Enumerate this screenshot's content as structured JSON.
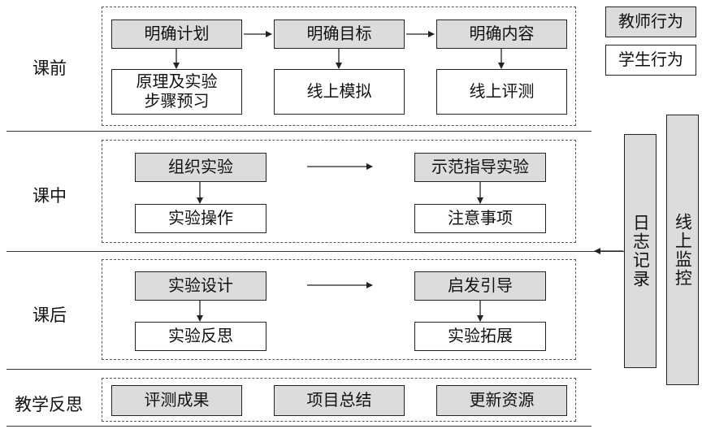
{
  "legend": {
    "teacher": "教师行为",
    "student": "学生行为"
  },
  "stages": {
    "pre": {
      "label": "课前",
      "teacher": [
        "明确计划",
        "明确目标",
        "明确内容"
      ],
      "student": [
        "原理及实验\n步骤预习",
        "线上模拟",
        "线上评测"
      ]
    },
    "in": {
      "label": "课中",
      "teacher": [
        "组织实验",
        "示范指导实验"
      ],
      "student": [
        "实验操作",
        "注意事项"
      ]
    },
    "post": {
      "label": "课后",
      "teacher": [
        "实验设计",
        "启发引导"
      ],
      "student": [
        "实验反思",
        "实验拓展"
      ]
    },
    "reflect": {
      "label": "教学反思",
      "items": [
        "评测成果",
        "项目总结",
        "更新资源"
      ]
    }
  },
  "side": {
    "log": "日志记录",
    "monitor": "线上监控"
  },
  "colors": {
    "teacher_fill": "#dcdcdc",
    "student_fill": "#ffffff",
    "line": "#222222"
  }
}
